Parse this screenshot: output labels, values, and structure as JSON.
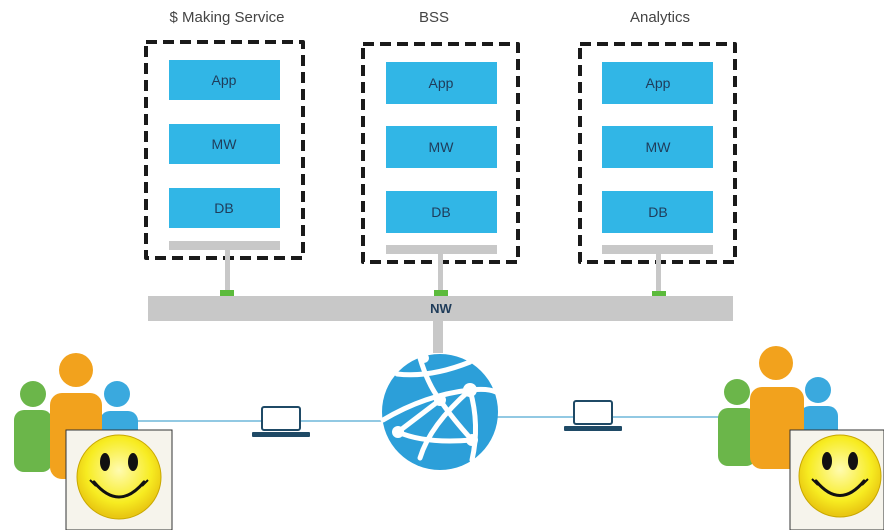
{
  "stacks": [
    {
      "title": "$ Making Service",
      "layers": [
        "App",
        "MW",
        "DB"
      ]
    },
    {
      "title": "BSS",
      "layers": [
        "App",
        "MW",
        "DB"
      ]
    },
    {
      "title": "Analytics",
      "layers": [
        "App",
        "MW",
        "DB"
      ]
    }
  ],
  "network": {
    "label": "NW"
  },
  "colors": {
    "layer_fill": "#31b6e6",
    "layer_text": "#1f3c5a",
    "bar_gray": "#c8c8c8",
    "connector_green": "#5cbb3c",
    "dash_border": "#1a1a1a",
    "globe": "#2c9fd9",
    "person_orange": "#f2a21d",
    "person_green": "#6bb64a",
    "person_blue": "#3aa9de",
    "smiley_yellow": "#f7ec21",
    "laptop_stroke": "#1f4a66"
  },
  "icons": [
    "globe-icon",
    "laptop-icon",
    "people-group-icon",
    "smiley-face-icon"
  ]
}
